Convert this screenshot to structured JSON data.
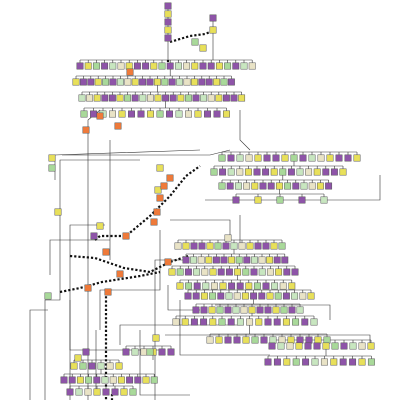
{
  "diagram": {
    "kind": "hierarchical-node-graph",
    "legend": [],
    "colors": {
      "purple": "#8e54a8",
      "yellow": "#e8e05a",
      "green": "#a9d99a",
      "mint": "#c8e6c0",
      "orange": "#ef7a3a",
      "beige": "#e9e3c6",
      "edge": "#333333",
      "highlight_edge": "#111111",
      "background": "#ffffff"
    },
    "node_color_cycle": [
      "purple",
      "yellow",
      "green",
      "purple",
      "mint",
      "beige",
      "yellow",
      "purple"
    ],
    "clusters": [
      {
        "name": "top-spine",
        "rows": 1,
        "count": 6
      },
      {
        "name": "upper-cluster",
        "rows": 4,
        "count": 64
      },
      {
        "name": "right-cluster-1",
        "rows": 4,
        "count": 48
      },
      {
        "name": "middle-cluster",
        "rows": 4,
        "count": 56
      },
      {
        "name": "right-cluster-2",
        "rows": 4,
        "count": 60
      },
      {
        "name": "bottom-left-cluster",
        "rows": 3,
        "count": 30
      },
      {
        "name": "bottom-right-cluster",
        "rows": 2,
        "count": 28
      }
    ],
    "highlight_path": {
      "style": "dotted",
      "color": "black",
      "node_color": "orange"
    }
  }
}
